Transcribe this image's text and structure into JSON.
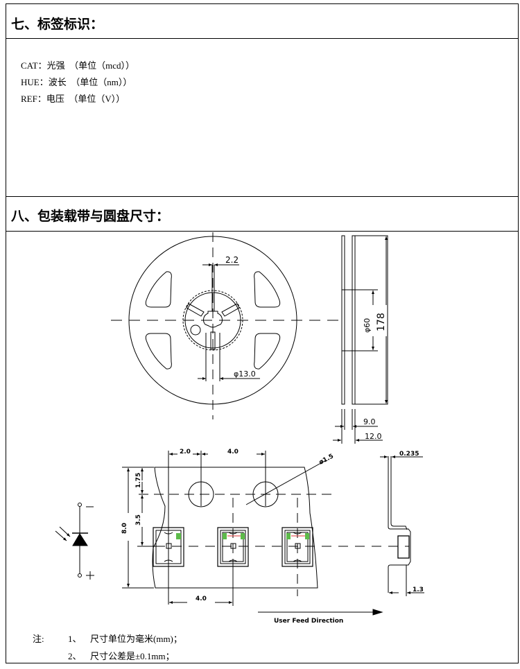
{
  "section7": {
    "title": "七、标签标识：",
    "lines": [
      {
        "key": "CAT：",
        "value": "光强",
        "unit": "（单位（mcd））"
      },
      {
        "key": "HUE：",
        "value": "波长",
        "unit": "（单位（nm））"
      },
      {
        "key": "REF：",
        "value": "电压",
        "unit": "（单位（V））"
      }
    ]
  },
  "section8": {
    "title": "八、包装载带与圆盘尺寸：",
    "reel": {
      "dim_slot": "2.2",
      "dim_hub": "φ13.0",
      "dim_inner": "φ60",
      "dim_outer": "178",
      "dim_width_inner": "9.0",
      "dim_width_outer": "12.0"
    },
    "tape": {
      "dim_hole_offset": "2.0",
      "dim_hole_pitch": "4.0",
      "dim_hole_diameter": "ø1.5",
      "dim_thickness": "0.235",
      "dim_width": "8.0",
      "dim_edge": "1.75",
      "dim_center": "3.5",
      "dim_pocket_pitch": "4.0",
      "dim_depth": "1.3",
      "feed_direction": "User Feed Direction",
      "polarity_minus": "−",
      "polarity_plus": "+",
      "led_color": "#5dbb4a"
    },
    "notes": {
      "label": "注:",
      "items": [
        {
          "num": "1、",
          "text": "尺寸单位为毫米(mm)；"
        },
        {
          "num": "2、",
          "text": "尺寸公差是±0.1mm；"
        }
      ]
    }
  }
}
